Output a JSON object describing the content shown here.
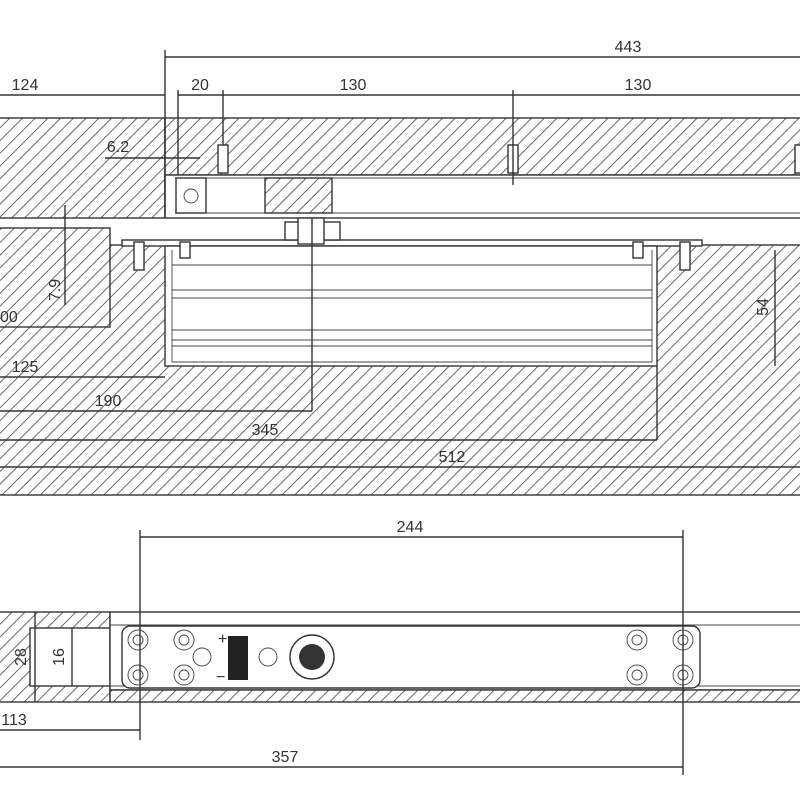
{
  "drawing": {
    "section_view": {
      "dimensions": {
        "overall_top": "443",
        "left_offset": "124",
        "first_gap": "20",
        "spacing_1": "130",
        "spacing_2": "130",
        "rail_offset": "6.2",
        "depth_small": "7.9",
        "left_cut": "00",
        "width_125": "125",
        "width_190": "190",
        "width_345": "345",
        "width_512": "512",
        "height_54": "54"
      }
    },
    "plan_view": {
      "dimensions": {
        "hole_spacing": "244",
        "height_28": "28",
        "height_16": "16",
        "offset_113": "113",
        "overall_357": "357"
      },
      "adjust_symbols": {
        "plus": "+",
        "minus": "−"
      }
    }
  }
}
